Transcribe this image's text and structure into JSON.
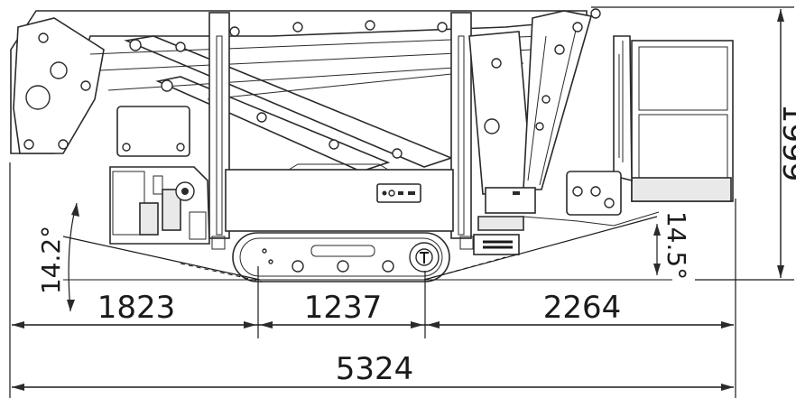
{
  "dimensions": {
    "rear_overhang": "1823",
    "track_length": "1237",
    "front_overhang": "2264",
    "total_length": "5324",
    "total_height": "1999"
  },
  "angles": {
    "rear_approach": "14.2°",
    "front_approach": "14.5°"
  },
  "colors": {
    "line": "#1a1a1a",
    "fill_light": "#e9e9e9",
    "background": "#ffffff"
  }
}
